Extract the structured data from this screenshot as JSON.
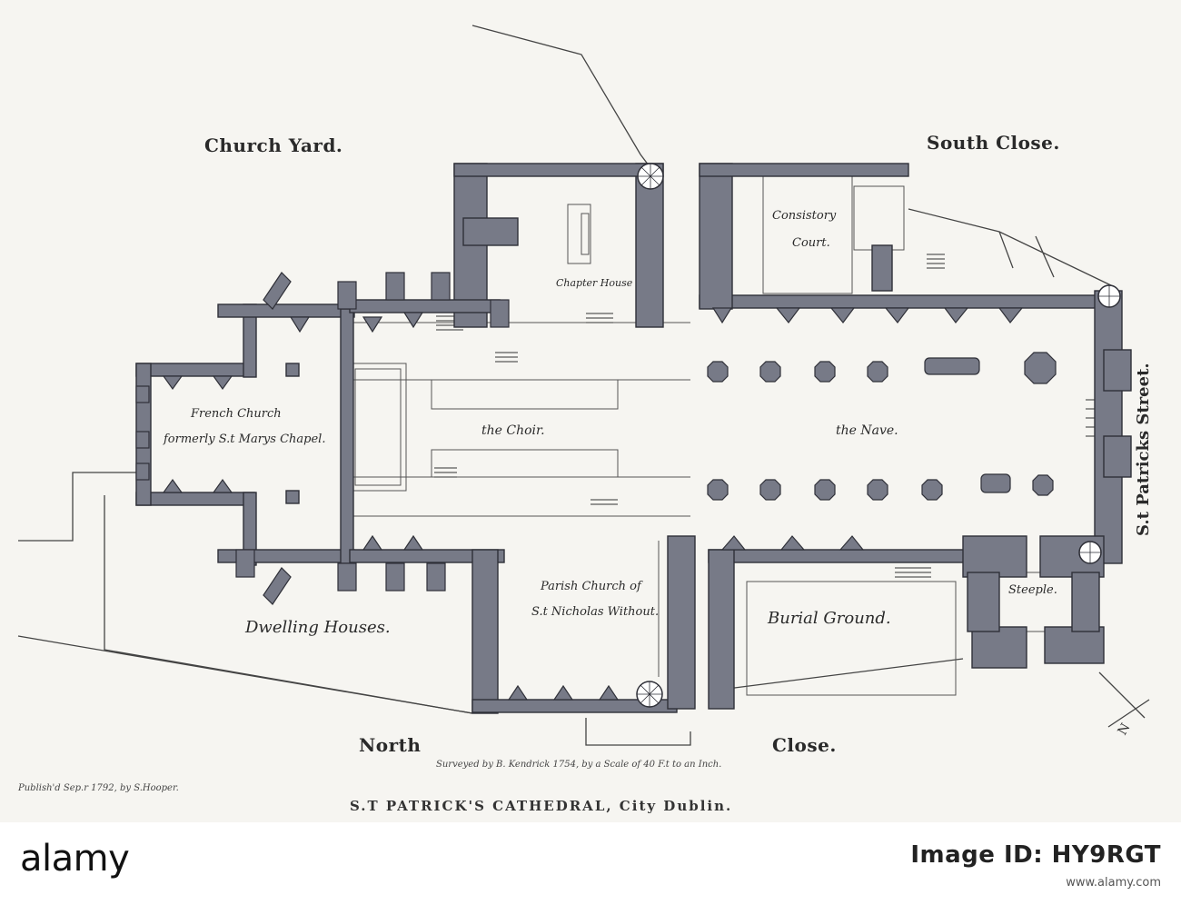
{
  "map": {
    "labels": {
      "church_yard": "Church Yard.",
      "south_close": "South Close.",
      "consistory_court_1": "Consistory",
      "consistory_court_2": "Court.",
      "chapter_house": "Chapter House",
      "french_church_1": "French Church",
      "french_church_2": "formerly S.t Marys Chapel.",
      "the_choir": "the Choir.",
      "the_nave": "the Nave.",
      "st_patricks_street": "S.t Patricks Street.",
      "parish_church_1": "Parish Church of",
      "parish_church_2": "S.t Nicholas Without.",
      "steeple": "Steeple.",
      "burial_ground": "Burial Ground.",
      "dwelling_houses": "Dwelling Houses.",
      "north": "North",
      "close": "Close.",
      "survey_note": "Surveyed by B. Kendrick 1754, by a Scale of 40 F.t to an Inch.",
      "publisher_note": "Publish'd Sep.r 1792, by S.Hooper.",
      "title": "S.T PATRICK'S CATHEDRAL, City Dublin."
    },
    "colors": {
      "paper": "#f6f5f1",
      "wall_fill": "#777a87",
      "wall_stroke": "#2f3038",
      "ink": "#2a2a2a"
    }
  },
  "footer": {
    "brand": "alamy",
    "image_id_label": "Image ID: HY9RGT",
    "image_id_value": "",
    "site": "www.alamy.com"
  }
}
